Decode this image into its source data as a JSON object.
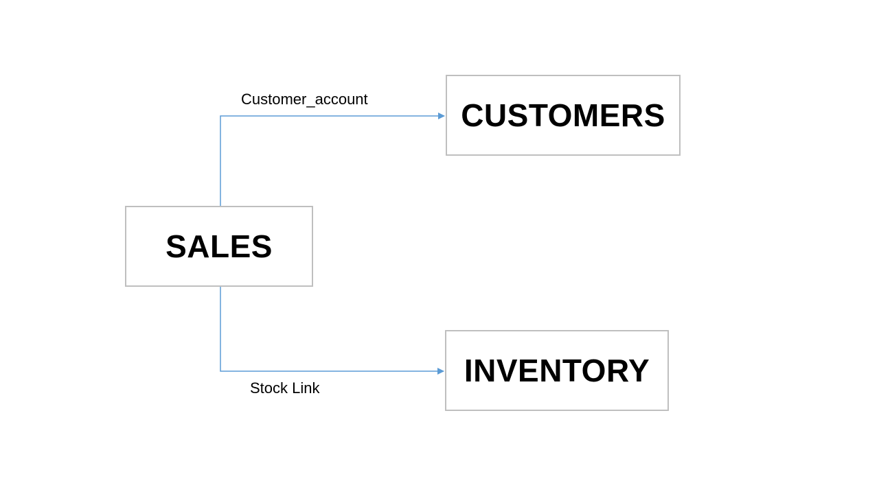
{
  "diagram": {
    "nodes": {
      "customers": "CUSTOMERS",
      "sales": "SALES",
      "inventory": "INVENTORY"
    },
    "edges": [
      {
        "from": "SALES",
        "to": "CUSTOMERS",
        "label": "Customer_account"
      },
      {
        "from": "SALES",
        "to": "INVENTORY",
        "label": "Stock Link"
      }
    ],
    "colors": {
      "connector": "#5b9bd5",
      "box_border": "#bfbfbf",
      "text": "#000000"
    }
  }
}
